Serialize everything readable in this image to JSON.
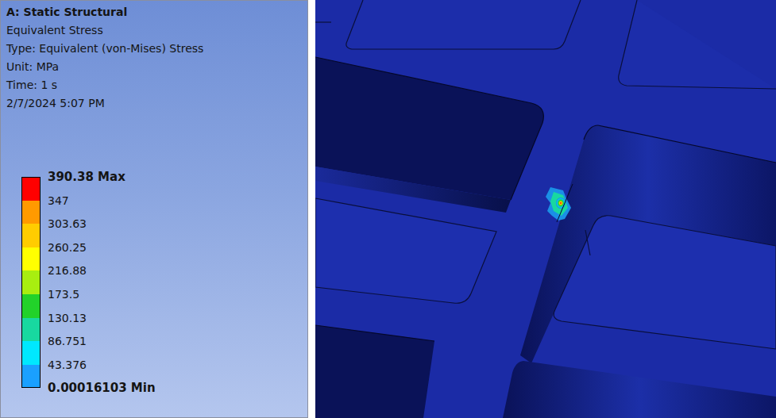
{
  "diagram": {
    "title": "A: Static Structural",
    "labels": [
      "Equivalent Stress",
      "Type: Equivalent (von-Mises) Stress",
      "Unit: MPa",
      "Time: 1 s",
      "2/7/2024 5:07 PM"
    ],
    "legend": [
      {
        "text": "390.38 Max",
        "color": "#ff0000"
      },
      {
        "text": "347",
        "color": "#ff9a00"
      },
      {
        "text": "303.63",
        "color": "#ffcc00"
      },
      {
        "text": "260.25",
        "color": "#ffff00"
      },
      {
        "text": "216.88",
        "color": "#a8ee10"
      },
      {
        "text": "173.5",
        "color": "#22d22a"
      },
      {
        "text": "130.13",
        "color": "#18d8a0"
      },
      {
        "text": "86.751",
        "color": "#00e8ff"
      },
      {
        "text": "43.376",
        "color": "#1aa0ff"
      },
      {
        "text": "0.00016103 Min"
      }
    ]
  }
}
